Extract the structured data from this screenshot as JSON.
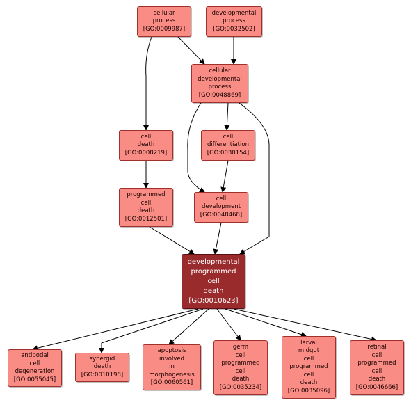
{
  "colors": {
    "node_fill": "#f98c84",
    "node_border": "#a0302c",
    "focus_fill": "#9a2b2d",
    "edge": "#000000"
  },
  "nodes": {
    "cellular_process": {
      "lines": [
        "cellular",
        "process",
        "[GO:0009987]"
      ]
    },
    "developmental_process": {
      "lines": [
        "developmental",
        "process",
        "[GO:0032502]"
      ]
    },
    "cellular_dev_process": {
      "lines": [
        "cellular",
        "developmental",
        "process",
        "[GO:0048869]"
      ]
    },
    "cell_death": {
      "lines": [
        "cell",
        "death",
        "[GO:0008219]"
      ]
    },
    "cell_differentiation": {
      "lines": [
        "cell",
        "differentiation",
        "[GO:0030154]"
      ]
    },
    "programmed_cell_death": {
      "lines": [
        "programmed",
        "cell",
        "death",
        "[GO:0012501]"
      ]
    },
    "cell_development": {
      "lines": [
        "cell",
        "development",
        "[GO:0048468]"
      ]
    },
    "dev_programmed_cell_death": {
      "lines": [
        "developmental",
        "programmed",
        "cell",
        "death",
        "[GO:0010623]"
      ]
    },
    "antipodal": {
      "lines": [
        "antipodal",
        "cell",
        "degeneration",
        "[GO:0055045]"
      ]
    },
    "synergid": {
      "lines": [
        "synergid",
        "death",
        "[GO:0010198]"
      ]
    },
    "apoptosis_morph": {
      "lines": [
        "apoptosis",
        "involved",
        "in",
        "morphogenesis",
        "[GO:0060561]"
      ]
    },
    "germ_cell_pcd": {
      "lines": [
        "germ",
        "cell",
        "programmed",
        "cell",
        "death",
        "[GO:0035234]"
      ]
    },
    "larval_midgut_pcd": {
      "lines": [
        "larval",
        "midgut",
        "cell",
        "programmed",
        "cell",
        "death",
        "[GO:0035096]"
      ]
    },
    "retinal_pcd": {
      "lines": [
        "retinal",
        "cell",
        "programmed",
        "cell",
        "death",
        "[GO:0046666]"
      ]
    }
  },
  "edges": [
    [
      "cellular_process",
      "cellular_dev_process"
    ],
    [
      "cellular_process",
      "cell_death"
    ],
    [
      "developmental_process",
      "cellular_dev_process"
    ],
    [
      "cellular_dev_process",
      "cell_differentiation"
    ],
    [
      "cellular_dev_process",
      "cell_development"
    ],
    [
      "cellular_dev_process",
      "dev_programmed_cell_death"
    ],
    [
      "cell_differentiation",
      "cell_development"
    ],
    [
      "cell_death",
      "programmed_cell_death"
    ],
    [
      "programmed_cell_death",
      "dev_programmed_cell_death"
    ],
    [
      "cell_development",
      "dev_programmed_cell_death"
    ],
    [
      "dev_programmed_cell_death",
      "antipodal"
    ],
    [
      "dev_programmed_cell_death",
      "synergid"
    ],
    [
      "dev_programmed_cell_death",
      "apoptosis_morph"
    ],
    [
      "dev_programmed_cell_death",
      "germ_cell_pcd"
    ],
    [
      "dev_programmed_cell_death",
      "larval_midgut_pcd"
    ],
    [
      "dev_programmed_cell_death",
      "retinal_pcd"
    ]
  ]
}
